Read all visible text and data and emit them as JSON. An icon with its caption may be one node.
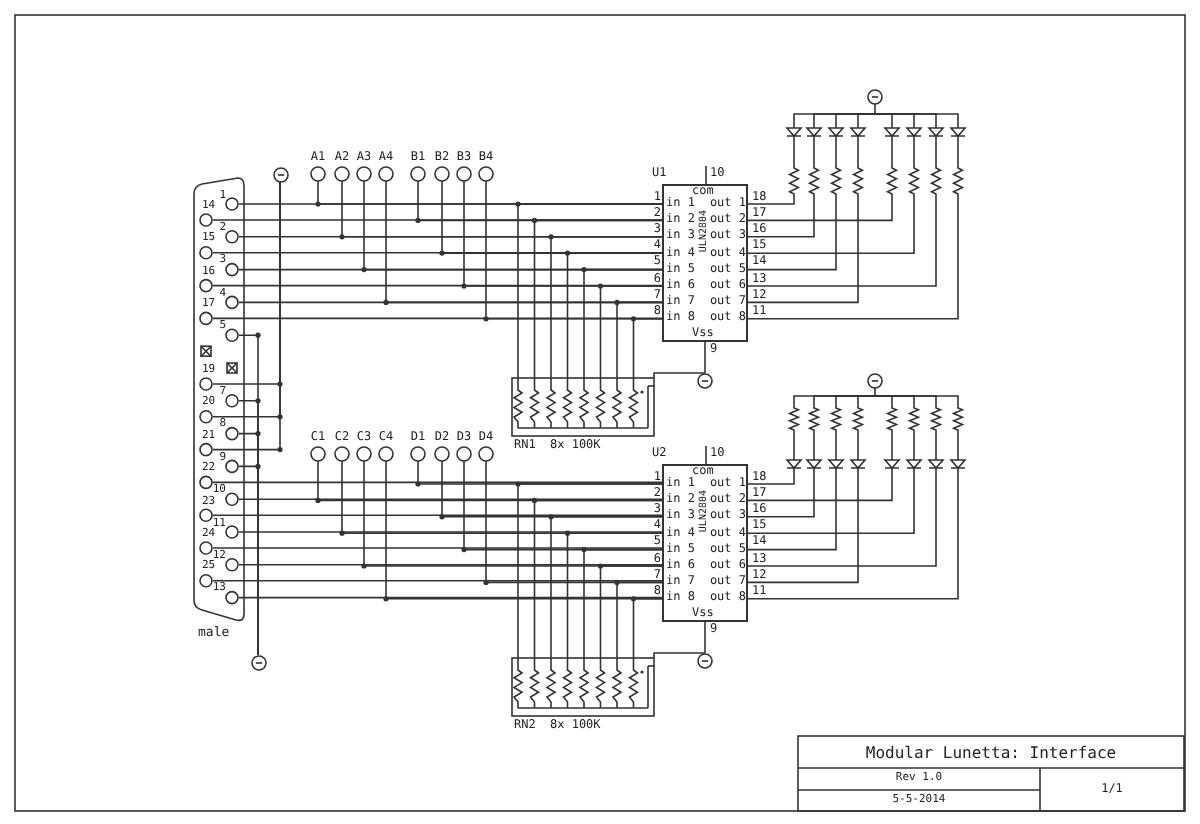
{
  "diagram": {
    "nodes": [
      {
        "text": [
          "1",
          "14",
          "2",
          "15",
          "3",
          "16",
          "4",
          "17",
          "5",
          "19",
          "7",
          "20",
          "8",
          "21",
          "9",
          "22",
          "10",
          "23",
          "11",
          "24",
          "12",
          "25",
          "13"
        ],
        "beside": [
          "male"
        ]
      },
      {
        "text": [],
        "shape": "circle"
      },
      {
        "text": [
          "A1"
        ]
      },
      {
        "text": [
          "A2"
        ]
      },
      {
        "text": [
          "A3"
        ]
      },
      {
        "text": [
          "A4"
        ]
      },
      {
        "text": [
          "B1"
        ]
      },
      {
        "text": [
          "B2"
        ]
      },
      {
        "text": [
          "B3"
        ]
      },
      {
        "text": [
          "B4"
        ]
      },
      {
        "text": [],
        "shape": "circle"
      },
      {
        "text": [],
        "shape": "diode"
      },
      {
        "text": [],
        "shape": "diode"
      },
      {
        "text": [],
        "shape": "diode"
      },
      {
        "text": [],
        "shape": "diode"
      },
      {
        "text": [],
        "shape": "diode"
      },
      {
        "text": [],
        "shape": "diode"
      },
      {
        "text": [],
        "shape": "diode"
      },
      {
        "text": [],
        "shape": "diode"
      },
      {
        "text": [],
        "shape": "resistor"
      },
      {
        "text": [],
        "shape": "resistor"
      },
      {
        "text": [],
        "shape": "resistor"
      },
      {
        "text": [],
        "shape": "resistor"
      },
      {
        "text": [],
        "shape": "resistor"
      },
      {
        "text": [],
        "shape": "resistor"
      },
      {
        "text": [],
        "shape": "resistor"
      },
      {
        "text": [],
        "shape": "resistor"
      },
      {
        "text": [
          "U1",
          "10",
          "com",
          "1",
          "in 1",
          "out 1",
          "18",
          "2",
          "in 2",
          "out 2",
          "17",
          "3",
          "in 3",
          "out 3",
          "16",
          "4",
          "in 4",
          "out 4",
          "15",
          "5",
          "in 5",
          "out 5",
          "14",
          "6",
          "in 6",
          "out 6",
          "13",
          "7",
          "in 7",
          "out 7",
          "12",
          "8",
          "in 8",
          "out 8",
          "11",
          "Vss",
          "9",
          "ULN2804"
        ]
      },
      {
        "text": [],
        "shape": "circle"
      },
      {
        "text": [
          "RN1",
          "8x 100K"
        ]
      },
      {
        "text": [],
        "shape": "circle"
      },
      {
        "text": [],
        "shape": "resistor"
      },
      {
        "text": [],
        "shape": "resistor"
      },
      {
        "text": [],
        "shape": "resistor"
      },
      {
        "text": [],
        "shape": "resistor"
      },
      {
        "text": [],
        "shape": "resistor"
      },
      {
        "text": [],
        "shape": "resistor"
      },
      {
        "text": [],
        "shape": "resistor"
      },
      {
        "text": [],
        "shape": "resistor"
      },
      {
        "text": [],
        "shape": "diode"
      },
      {
        "text": [],
        "shape": "diode"
      },
      {
        "text": [],
        "shape": "diode"
      },
      {
        "text": [],
        "shape": "diode"
      },
      {
        "text": [],
        "shape": "diode"
      },
      {
        "text": [],
        "shape": "diode"
      },
      {
        "text": [],
        "shape": "diode"
      },
      {
        "text": [],
        "shape": "diode"
      },
      {
        "text": [
          "C1"
        ]
      },
      {
        "text": [
          "C2"
        ]
      },
      {
        "text": [
          "C3"
        ]
      },
      {
        "text": [
          "C4"
        ]
      },
      {
        "text": [
          "D1"
        ]
      },
      {
        "text": [
          "D2"
        ]
      },
      {
        "text": [
          "D3"
        ]
      },
      {
        "text": [
          "D4"
        ]
      },
      {
        "text": [
          "U2",
          "10",
          "com",
          "1",
          "in 1",
          "out 1",
          "18",
          "2",
          "in 2",
          "out 2",
          "17",
          "3",
          "in 3",
          "out 3",
          "16",
          "4",
          "in 4",
          "out 4",
          "15",
          "5",
          "in 5",
          "out 5",
          "14",
          "6",
          "in 6",
          "out 6",
          "13",
          "7",
          "in 7",
          "out 7",
          "12",
          "8",
          "in 8",
          "out 8",
          "11",
          "Vss",
          "9",
          "ULN2804"
        ]
      },
      {
        "text": [],
        "shape": "circle"
      },
      {
        "text": [
          "RN2",
          "8x 100K"
        ]
      },
      {
        "text": [],
        "shape": "circle"
      }
    ],
    "edges": [
      {
        "from": 0,
        "to": 27,
        "arrow": "none"
      },
      {
        "from": 0,
        "to": 27,
        "arrow": "none"
      },
      {
        "from": 0,
        "to": 27,
        "arrow": "none"
      },
      {
        "from": 0,
        "to": 27,
        "arrow": "none"
      },
      {
        "from": 0,
        "to": 27,
        "arrow": "none"
      },
      {
        "from": 0,
        "to": 27,
        "arrow": "none"
      },
      {
        "from": 0,
        "to": 27,
        "arrow": "none"
      },
      {
        "from": 0,
        "to": 27,
        "arrow": "none"
      },
      {
        "from": 2,
        "to": 27,
        "arrow": "none"
      },
      {
        "from": 6,
        "to": 27,
        "arrow": "none"
      },
      {
        "from": 3,
        "to": 27,
        "arrow": "none"
      },
      {
        "from": 7,
        "to": 27,
        "arrow": "none"
      },
      {
        "from": 4,
        "to": 27,
        "arrow": "none"
      },
      {
        "from": 8,
        "to": 27,
        "arrow": "none"
      },
      {
        "from": 5,
        "to": 27,
        "arrow": "none"
      },
      {
        "from": 9,
        "to": 27,
        "arrow": "none"
      },
      {
        "from": 29,
        "to": 27,
        "arrow": "none"
      },
      {
        "from": 29,
        "to": 27,
        "arrow": "none"
      },
      {
        "from": 29,
        "to": 27,
        "arrow": "none"
      },
      {
        "from": 29,
        "to": 27,
        "arrow": "none"
      },
      {
        "from": 29,
        "to": 27,
        "arrow": "none"
      },
      {
        "from": 29,
        "to": 27,
        "arrow": "none"
      },
      {
        "from": 29,
        "to": 27,
        "arrow": "none"
      },
      {
        "from": 29,
        "to": 27,
        "arrow": "none"
      },
      {
        "from": 27,
        "to": 19,
        "arrow": "none"
      },
      {
        "from": 27,
        "to": 23,
        "arrow": "none"
      },
      {
        "from": 27,
        "to": 20,
        "arrow": "none"
      },
      {
        "from": 27,
        "to": 24,
        "arrow": "none"
      },
      {
        "from": 27,
        "to": 21,
        "arrow": "none"
      },
      {
        "from": 27,
        "to": 25,
        "arrow": "none"
      },
      {
        "from": 27,
        "to": 22,
        "arrow": "none"
      },
      {
        "from": 27,
        "to": 26,
        "arrow": "none"
      },
      {
        "from": 19,
        "to": 11,
        "arrow": "none"
      },
      {
        "from": 20,
        "to": 12,
        "arrow": "none"
      },
      {
        "from": 21,
        "to": 13,
        "arrow": "none"
      },
      {
        "from": 22,
        "to": 14,
        "arrow": "none"
      },
      {
        "from": 23,
        "to": 15,
        "arrow": "none"
      },
      {
        "from": 24,
        "to": 16,
        "arrow": "none"
      },
      {
        "from": 25,
        "to": 17,
        "arrow": "none"
      },
      {
        "from": 26,
        "to": 18,
        "arrow": "none"
      },
      {
        "from": 11,
        "to": 10,
        "arrow": "none"
      },
      {
        "from": 12,
        "to": 10,
        "arrow": "none"
      },
      {
        "from": 13,
        "to": 10,
        "arrow": "none"
      },
      {
        "from": 14,
        "to": 10,
        "arrow": "none"
      },
      {
        "from": 15,
        "to": 10,
        "arrow": "none"
      },
      {
        "from": 16,
        "to": 10,
        "arrow": "none"
      },
      {
        "from": 17,
        "to": 10,
        "arrow": "none"
      },
      {
        "from": 18,
        "to": 10,
        "arrow": "none"
      },
      {
        "from": 27,
        "to": 28,
        "arrow": "none"
      },
      {
        "from": 29,
        "to": 28,
        "arrow": "none"
      },
      {
        "from": 0,
        "to": 1,
        "arrow": "none"
      },
      {
        "from": 0,
        "to": 1,
        "arrow": "none"
      },
      {
        "from": 0,
        "to": 1,
        "arrow": "none"
      },
      {
        "from": 0,
        "to": 55,
        "arrow": "none"
      },
      {
        "from": 0,
        "to": 55,
        "arrow": "none"
      },
      {
        "from": 0,
        "to": 55,
        "arrow": "none"
      },
      {
        "from": 0,
        "to": 55,
        "arrow": "none"
      },
      {
        "from": 0,
        "to": 55,
        "arrow": "none"
      },
      {
        "from": 0,
        "to": 55,
        "arrow": "none"
      },
      {
        "from": 0,
        "to": 55,
        "arrow": "none"
      },
      {
        "from": 0,
        "to": 55,
        "arrow": "none"
      },
      {
        "from": 51,
        "to": 55,
        "arrow": "none"
      },
      {
        "from": 47,
        "to": 55,
        "arrow": "none"
      },
      {
        "from": 52,
        "to": 55,
        "arrow": "none"
      },
      {
        "from": 48,
        "to": 55,
        "arrow": "none"
      },
      {
        "from": 53,
        "to": 55,
        "arrow": "none"
      },
      {
        "from": 49,
        "to": 55,
        "arrow": "none"
      },
      {
        "from": 54,
        "to": 55,
        "arrow": "none"
      },
      {
        "from": 50,
        "to": 55,
        "arrow": "none"
      },
      {
        "from": 57,
        "to": 55,
        "arrow": "none"
      },
      {
        "from": 57,
        "to": 55,
        "arrow": "none"
      },
      {
        "from": 57,
        "to": 55,
        "arrow": "none"
      },
      {
        "from": 57,
        "to": 55,
        "arrow": "none"
      },
      {
        "from": 57,
        "to": 55,
        "arrow": "none"
      },
      {
        "from": 57,
        "to": 55,
        "arrow": "none"
      },
      {
        "from": 57,
        "to": 55,
        "arrow": "none"
      },
      {
        "from": 57,
        "to": 55,
        "arrow": "none"
      },
      {
        "from": 55,
        "to": 39,
        "arrow": "none"
      },
      {
        "from": 55,
        "to": 43,
        "arrow": "none"
      },
      {
        "from": 55,
        "to": 40,
        "arrow": "none"
      },
      {
        "from": 55,
        "to": 44,
        "arrow": "none"
      },
      {
        "from": 55,
        "to": 41,
        "arrow": "none"
      },
      {
        "from": 55,
        "to": 45,
        "arrow": "none"
      },
      {
        "from": 55,
        "to": 42,
        "arrow": "none"
      },
      {
        "from": 55,
        "to": 46,
        "arrow": "none"
      },
      {
        "from": 39,
        "to": 31,
        "arrow": "none"
      },
      {
        "from": 40,
        "to": 32,
        "arrow": "none"
      },
      {
        "from": 41,
        "to": 33,
        "arrow": "none"
      },
      {
        "from": 42,
        "to": 34,
        "arrow": "none"
      },
      {
        "from": 43,
        "to": 35,
        "arrow": "none"
      },
      {
        "from": 44,
        "to": 36,
        "arrow": "none"
      },
      {
        "from": 45,
        "to": 37,
        "arrow": "none"
      },
      {
        "from": 46,
        "to": 38,
        "arrow": "none"
      },
      {
        "from": 31,
        "to": 30,
        "arrow": "none"
      },
      {
        "from": 32,
        "to": 30,
        "arrow": "none"
      },
      {
        "from": 33,
        "to": 30,
        "arrow": "none"
      },
      {
        "from": 34,
        "to": 30,
        "arrow": "none"
      },
      {
        "from": 35,
        "to": 30,
        "arrow": "none"
      },
      {
        "from": 36,
        "to": 30,
        "arrow": "none"
      },
      {
        "from": 37,
        "to": 30,
        "arrow": "none"
      },
      {
        "from": 38,
        "to": 30,
        "arrow": "none"
      },
      {
        "from": 55,
        "to": 56,
        "arrow": "none"
      },
      {
        "from": 57,
        "to": 56,
        "arrow": "none"
      },
      {
        "from": 0,
        "to": 58,
        "arrow": "none"
      },
      {
        "from": 0,
        "to": 58,
        "arrow": "none"
      },
      {
        "from": 0,
        "to": 58,
        "arrow": "none"
      },
      {
        "from": 0,
        "to": 58,
        "arrow": "none"
      }
    ],
    "labels": [
      "Modular Lunetta: Interface",
      "Rev 1.0",
      "5-5-2014",
      "1/1"
    ]
  }
}
